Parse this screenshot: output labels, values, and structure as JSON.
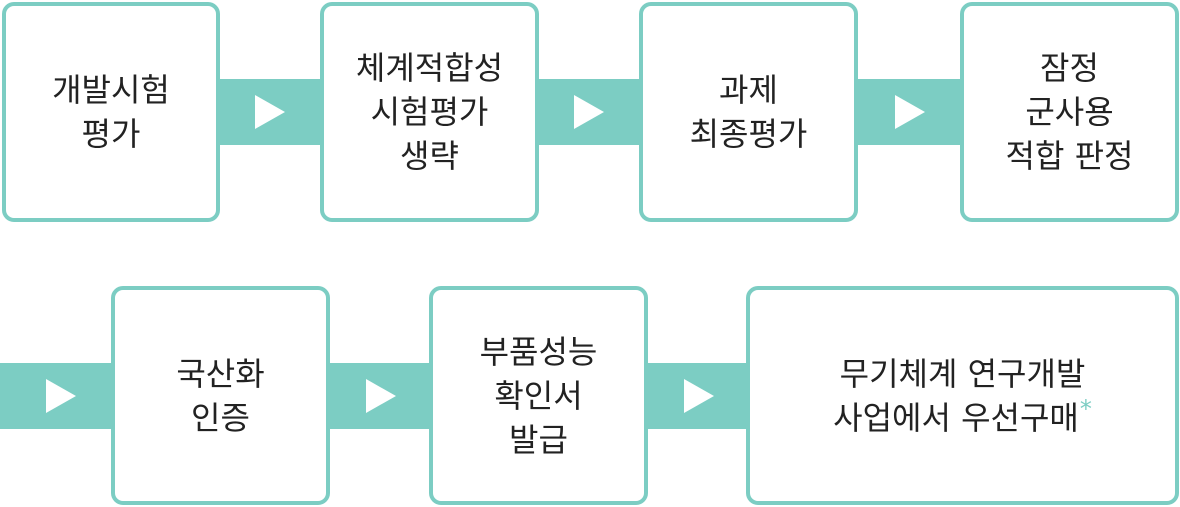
{
  "steps": [
    {
      "lines": [
        "개발시험",
        "평가"
      ]
    },
    {
      "lines": [
        "체계적합성",
        "시험평가",
        "생략"
      ]
    },
    {
      "lines": [
        "과제",
        "최종평가"
      ]
    },
    {
      "lines": [
        "잠정",
        "군사용",
        "적합 판정"
      ]
    },
    {
      "lines": [
        "국산화",
        "인증"
      ]
    },
    {
      "lines": [
        "부품성능",
        "확인서",
        "발급"
      ]
    },
    {
      "lines": [
        "무기체계 연구개발",
        "사업에서 우선구매"
      ],
      "footnote_mark": "*"
    }
  ],
  "colors": {
    "accent": "#7ccdc3",
    "text": "#222222",
    "arrow": "#ffffff"
  },
  "flow": {
    "arrow_icon": "play-triangle-icon",
    "direction": "left-to-right"
  }
}
